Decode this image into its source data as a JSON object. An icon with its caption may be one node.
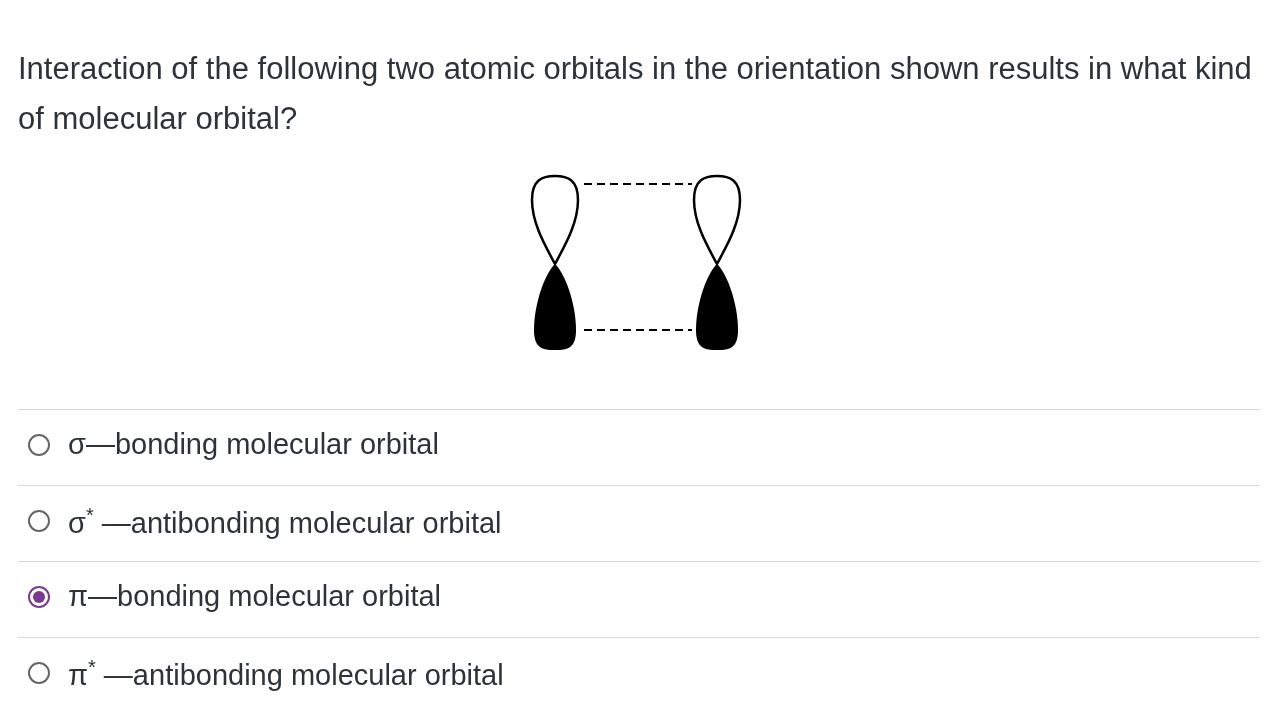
{
  "diagram": {
    "title": "Interaction of the following two atomic orbitals in the orientation shown results in what kind of molecular orbital?",
    "labels": [
      "σ—bonding molecular orbital",
      "σ$^{*}$ —antibonding molecular orbital",
      "π—bonding molecular orbital",
      "π$^{*}$ —antibonding molecular orbital"
    ]
  }
}
